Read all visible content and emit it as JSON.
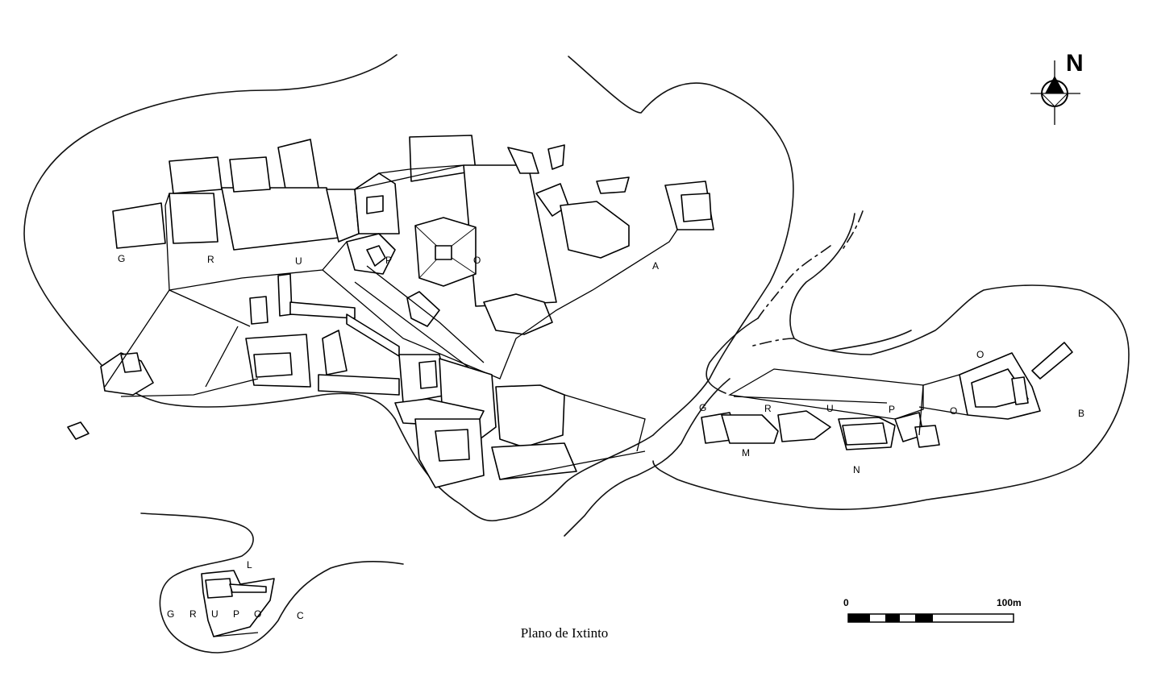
{
  "map": {
    "title": "Plano de Ixtinto",
    "north_label": "N",
    "scale": {
      "start_label": "0",
      "end_label": "100m"
    },
    "group_labels": {
      "grupo_a": [
        "G",
        "R",
        "U",
        "P",
        "O",
        "A"
      ],
      "grupo_b": [
        "G",
        "R",
        "U",
        "P",
        "O",
        "B"
      ],
      "grupo_c": [
        "G",
        "R",
        "U",
        "P",
        "O",
        "C"
      ]
    },
    "other_labels": {
      "l": "L",
      "m": "M",
      "n": "N",
      "o": "O"
    }
  }
}
